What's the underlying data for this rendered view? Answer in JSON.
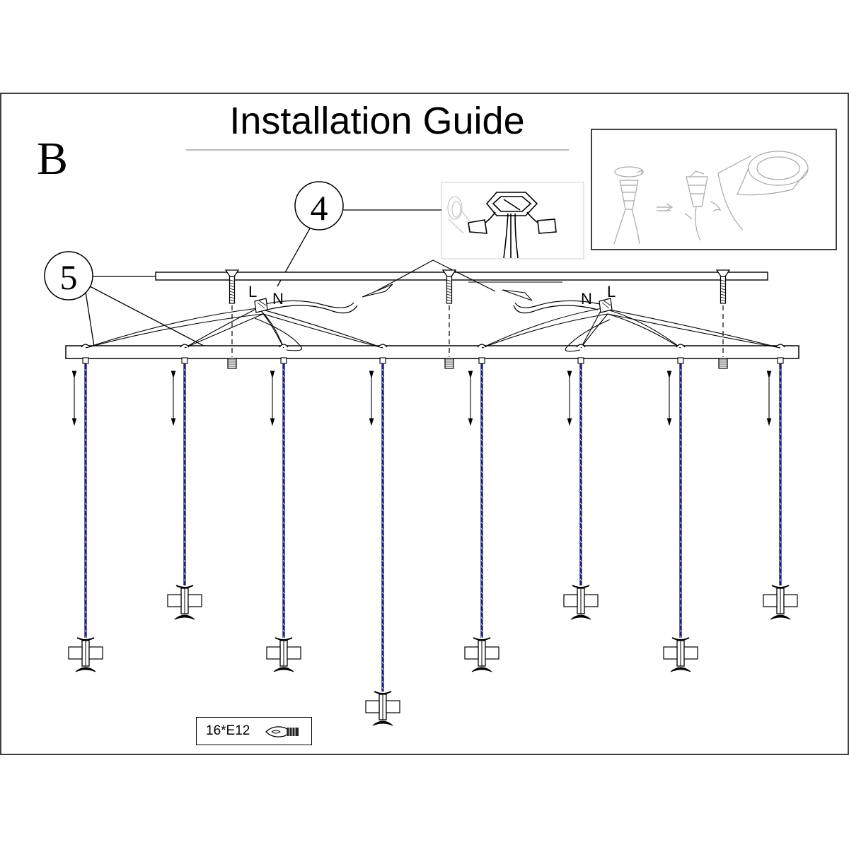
{
  "title": "Installation Guide",
  "step_letter": "B",
  "callouts": {
    "wire_connector": "4",
    "mounting_bar": "5"
  },
  "wire_labels": {
    "left_L": "L",
    "left_N": "N",
    "right_N": "N",
    "right_L": "L"
  },
  "bulb_spec": {
    "text": "16*E12",
    "icon": "candelabra-bulb-icon"
  },
  "colors": {
    "line": "#000000",
    "cord": "#1f1f7a",
    "faint": "#9a9a9a"
  },
  "pendants": [
    {
      "id": 1,
      "length": "long"
    },
    {
      "id": 2,
      "length": "short"
    },
    {
      "id": 3,
      "length": "long"
    },
    {
      "id": 4,
      "length": "longest"
    },
    {
      "id": 5,
      "length": "long"
    },
    {
      "id": 6,
      "length": "short"
    },
    {
      "id": 7,
      "length": "long"
    },
    {
      "id": 8,
      "length": "short"
    }
  ]
}
